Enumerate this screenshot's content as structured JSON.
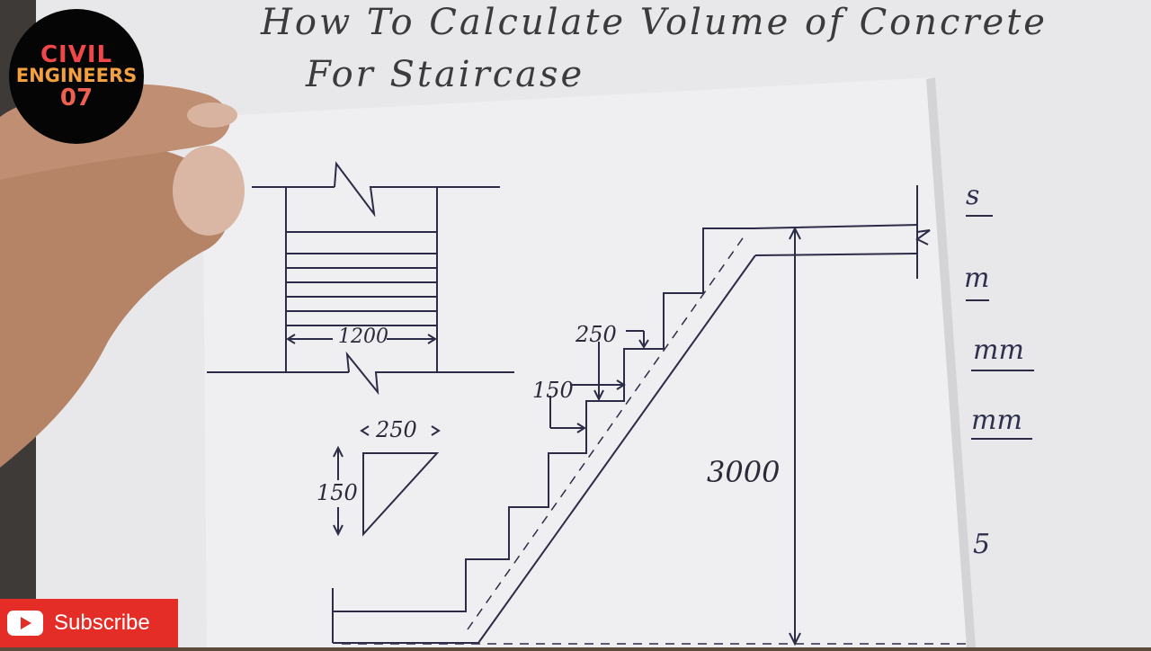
{
  "sheet": {
    "title_line1": "How To Calculate Volume of Concrete",
    "title_line2": "For Staircase"
  },
  "right_notes": [
    "s",
    "m",
    "mm",
    "mm",
    "5"
  ],
  "drawing": {
    "plan_width": "1200",
    "tread": "250",
    "riser": "150",
    "triangle_base": "250",
    "triangle_height": "150",
    "height": "3000"
  },
  "logo": {
    "line1": "CIVIL",
    "line2": "ENGINEERS",
    "line3": "07"
  },
  "subscribe": {
    "label": "Subscribe",
    "icon": "youtube-play-icon"
  },
  "colors": {
    "paper": "#ecebed",
    "ink": "#2a2a44",
    "subscribe_red": "#e52d27"
  }
}
